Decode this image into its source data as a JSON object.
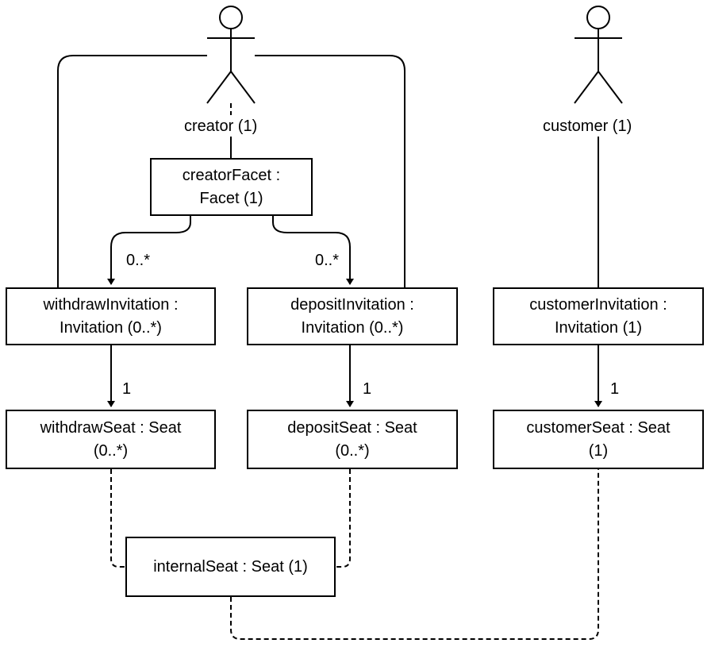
{
  "actors": {
    "creator": {
      "label": "creator (1)"
    },
    "customer": {
      "label": "customer (1)"
    }
  },
  "boxes": {
    "creatorFacet": {
      "line1": "creatorFacet :",
      "line2": "Facet (1)"
    },
    "withdrawInvitation": {
      "line1": "withdrawInvitation :",
      "line2": "Invitation (0..*)"
    },
    "depositInvitation": {
      "line1": "depositInvitation :",
      "line2": "Invitation (0..*)"
    },
    "customerInvitation": {
      "line1": "customerInvitation :",
      "line2": "Invitation (1)"
    },
    "withdrawSeat": {
      "line1": "withdrawSeat : Seat",
      "line2": "(0..*)"
    },
    "depositSeat": {
      "line1": "depositSeat : Seat",
      "line2": "(0..*)"
    },
    "customerSeat": {
      "line1": "customerSeat : Seat",
      "line2": "(1)"
    },
    "internalSeat": {
      "line1": "internalSeat : Seat (1)"
    }
  },
  "multiplicities": {
    "facetToWithdraw": "0..*",
    "facetToDeposit": "0..*",
    "withdrawToSeat": "1",
    "depositToSeat": "1",
    "customerToSeat": "1"
  }
}
